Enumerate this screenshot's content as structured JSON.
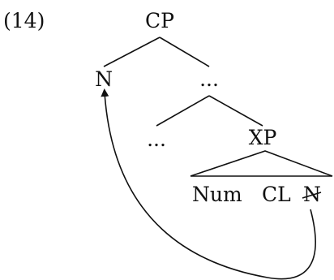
{
  "example_number": "(14)",
  "nodes": {
    "cp": "CP",
    "n": "N",
    "dots_top": "...",
    "dots_bottom": "...",
    "xp": "XP"
  },
  "triangle_label": {
    "num": "Num",
    "cl": "CL",
    "n_trace": "N"
  },
  "colors": {
    "ink": "#111111",
    "background": "#ffffff"
  }
}
